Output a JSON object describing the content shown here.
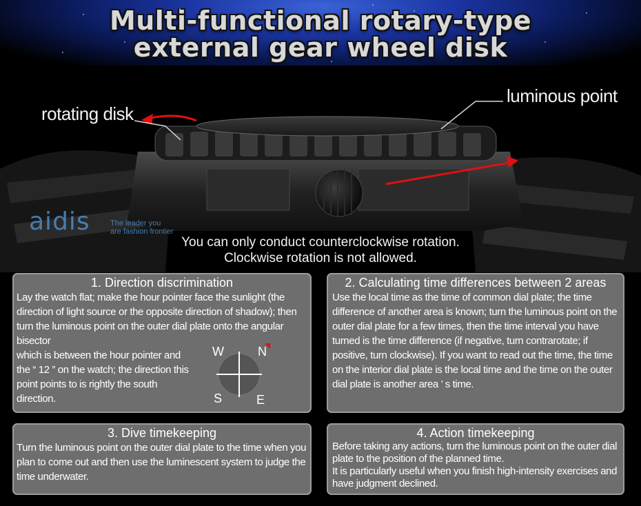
{
  "title": {
    "line1": "Multi-functional rotary-type",
    "line2": "external gear wheel disk"
  },
  "callouts": {
    "rotating_disk": "rotating disk",
    "luminous_point": "luminous point"
  },
  "logo": {
    "word": "aidis",
    "tagline1": "The leader you",
    "tagline2": "are fashion frontier"
  },
  "note": {
    "line1": "You can only conduct counterclockwise rotation.",
    "line2": "Clockwise rotation is not allowed."
  },
  "panels": [
    {
      "heading": "1. Direction discrimination",
      "text_top": "Lay the watch flat; make the hour pointer face the sunlight (the direction of light source or the opposite direction of shadow); then turn the luminous point on the outer dial plate onto the angular bisector",
      "text_side": "which is between the hour pointer and the “ 12 ” on the watch; the direction this point points to is rightly the south direction."
    },
    {
      "heading": "2. Calculating time differences between 2 areas",
      "text": "Use the local time as the time of common dial plate; the time difference of another area is known; turn the luminous point on the outer dial plate for a few times, then the time interval you have turned is the time difference (if negative, turn contrarotate; if positive, turn clockwise). If you want to read out the time, the time on the interior dial plate is the local time and the time on the outer dial plate is another area ’ s time."
    },
    {
      "heading": "3. Dive timekeeping",
      "text": "Turn the luminous point on the outer dial plate to the time when you plan to come out and then use the luminescent system to judge the time underwater."
    },
    {
      "heading": "4. Action timekeeping",
      "text1": "Before taking any actions, turn the luminous point on the outer dial plate to the position of the planned time.",
      "text2": "It is particularly useful when you finish high-intensity exercises and have judgment declined."
    }
  ],
  "compass": {
    "w": "W",
    "n": "N",
    "s": "S",
    "e": "E"
  },
  "colors": {
    "panel_bg": "#6e6e6e",
    "arrow_red": "#e01010",
    "logo_blue": "#4c8ec8",
    "header_blue": "#1b35a3"
  }
}
